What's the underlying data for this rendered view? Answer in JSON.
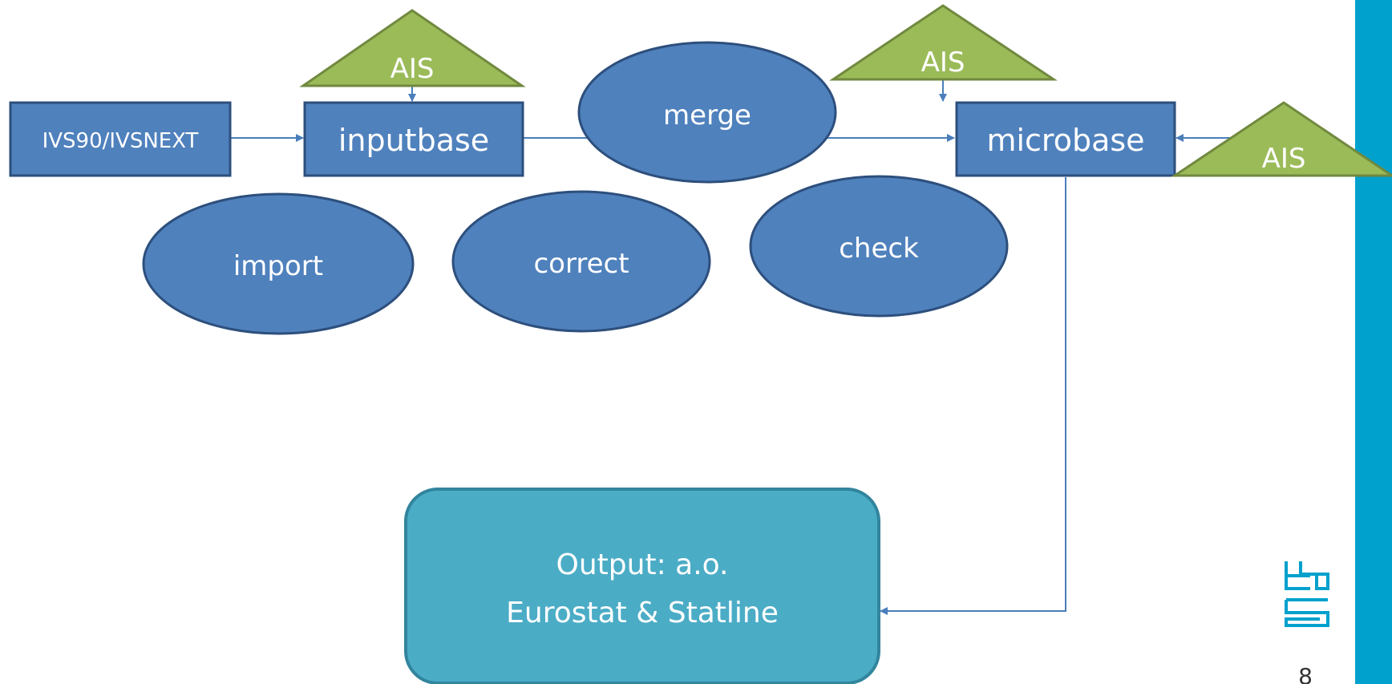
{
  "colors": {
    "box_fill": "#4f81bd",
    "box_stroke": "#2d4f7c",
    "triangle_fill": "#9bbb59",
    "triangle_stroke": "#71893f",
    "arrow": "#4a7ebb",
    "output_fill": "#4bacc6",
    "output_stroke": "#31859c",
    "side_bar": "#00a1cd",
    "logo": "#00a1cd"
  },
  "boxes": {
    "source": "IVS90/IVSNEXT",
    "inputbase": "inputbase",
    "microbase": "microbase"
  },
  "triangles": {
    "ais_1": "AIS",
    "ais_2": "AIS",
    "ais_3": "AIS"
  },
  "processes": {
    "merge": "merge",
    "import": "import",
    "correct": "correct",
    "check": "check"
  },
  "output": {
    "line1": "Output: a.o.",
    "line2": "Eurostat & Statline"
  },
  "logo_icon": "cbs-logo-icon",
  "page_number": "8"
}
